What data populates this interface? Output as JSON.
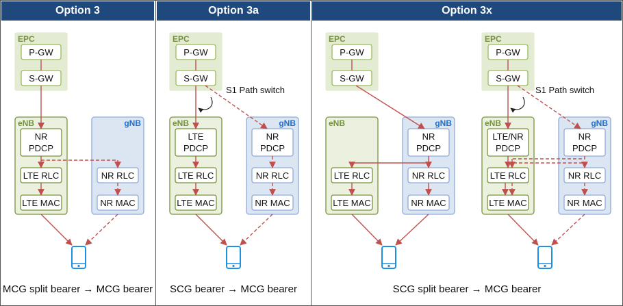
{
  "colors": {
    "header_bg": "#1f497d",
    "epc_fill": "#e3ebd3",
    "epc_stroke": "#9bbb59",
    "epc_label": "#76923c",
    "enb_fill": "#ebf1de",
    "enb_stroke": "#77933c",
    "gnb_fill": "#dce6f2",
    "gnb_stroke": "#8eaadb",
    "gnb_label": "#1f6fd1",
    "arrow": "#c0504d",
    "phone": "#1e90e0"
  },
  "labels": {
    "epc": "EPC",
    "pgw": "P-GW",
    "sgw": "S-GW",
    "enb": "eNB",
    "gnb": "gNB",
    "nr_pdcp_l1": "NR",
    "pdcp": "PDCP",
    "lte_pdcp_l1": "LTE",
    "lte_nr_pdcp_l1": "LTE/NR",
    "lte_rlc": "LTE RLC",
    "lte_mac": "LTE MAC",
    "nr_rlc": "NR RLC",
    "nr_mac": "NR MAC",
    "s1_path_switch": "S1 Path switch"
  },
  "panels": [
    {
      "title": "Option 3",
      "caption": "MCG split bearer → MCG bearer"
    },
    {
      "title": "Option 3a",
      "caption": "SCG bearer → MCG bearer"
    },
    {
      "title": "Option 3x",
      "caption": "SCG split bearer → MCG bearer"
    }
  ]
}
